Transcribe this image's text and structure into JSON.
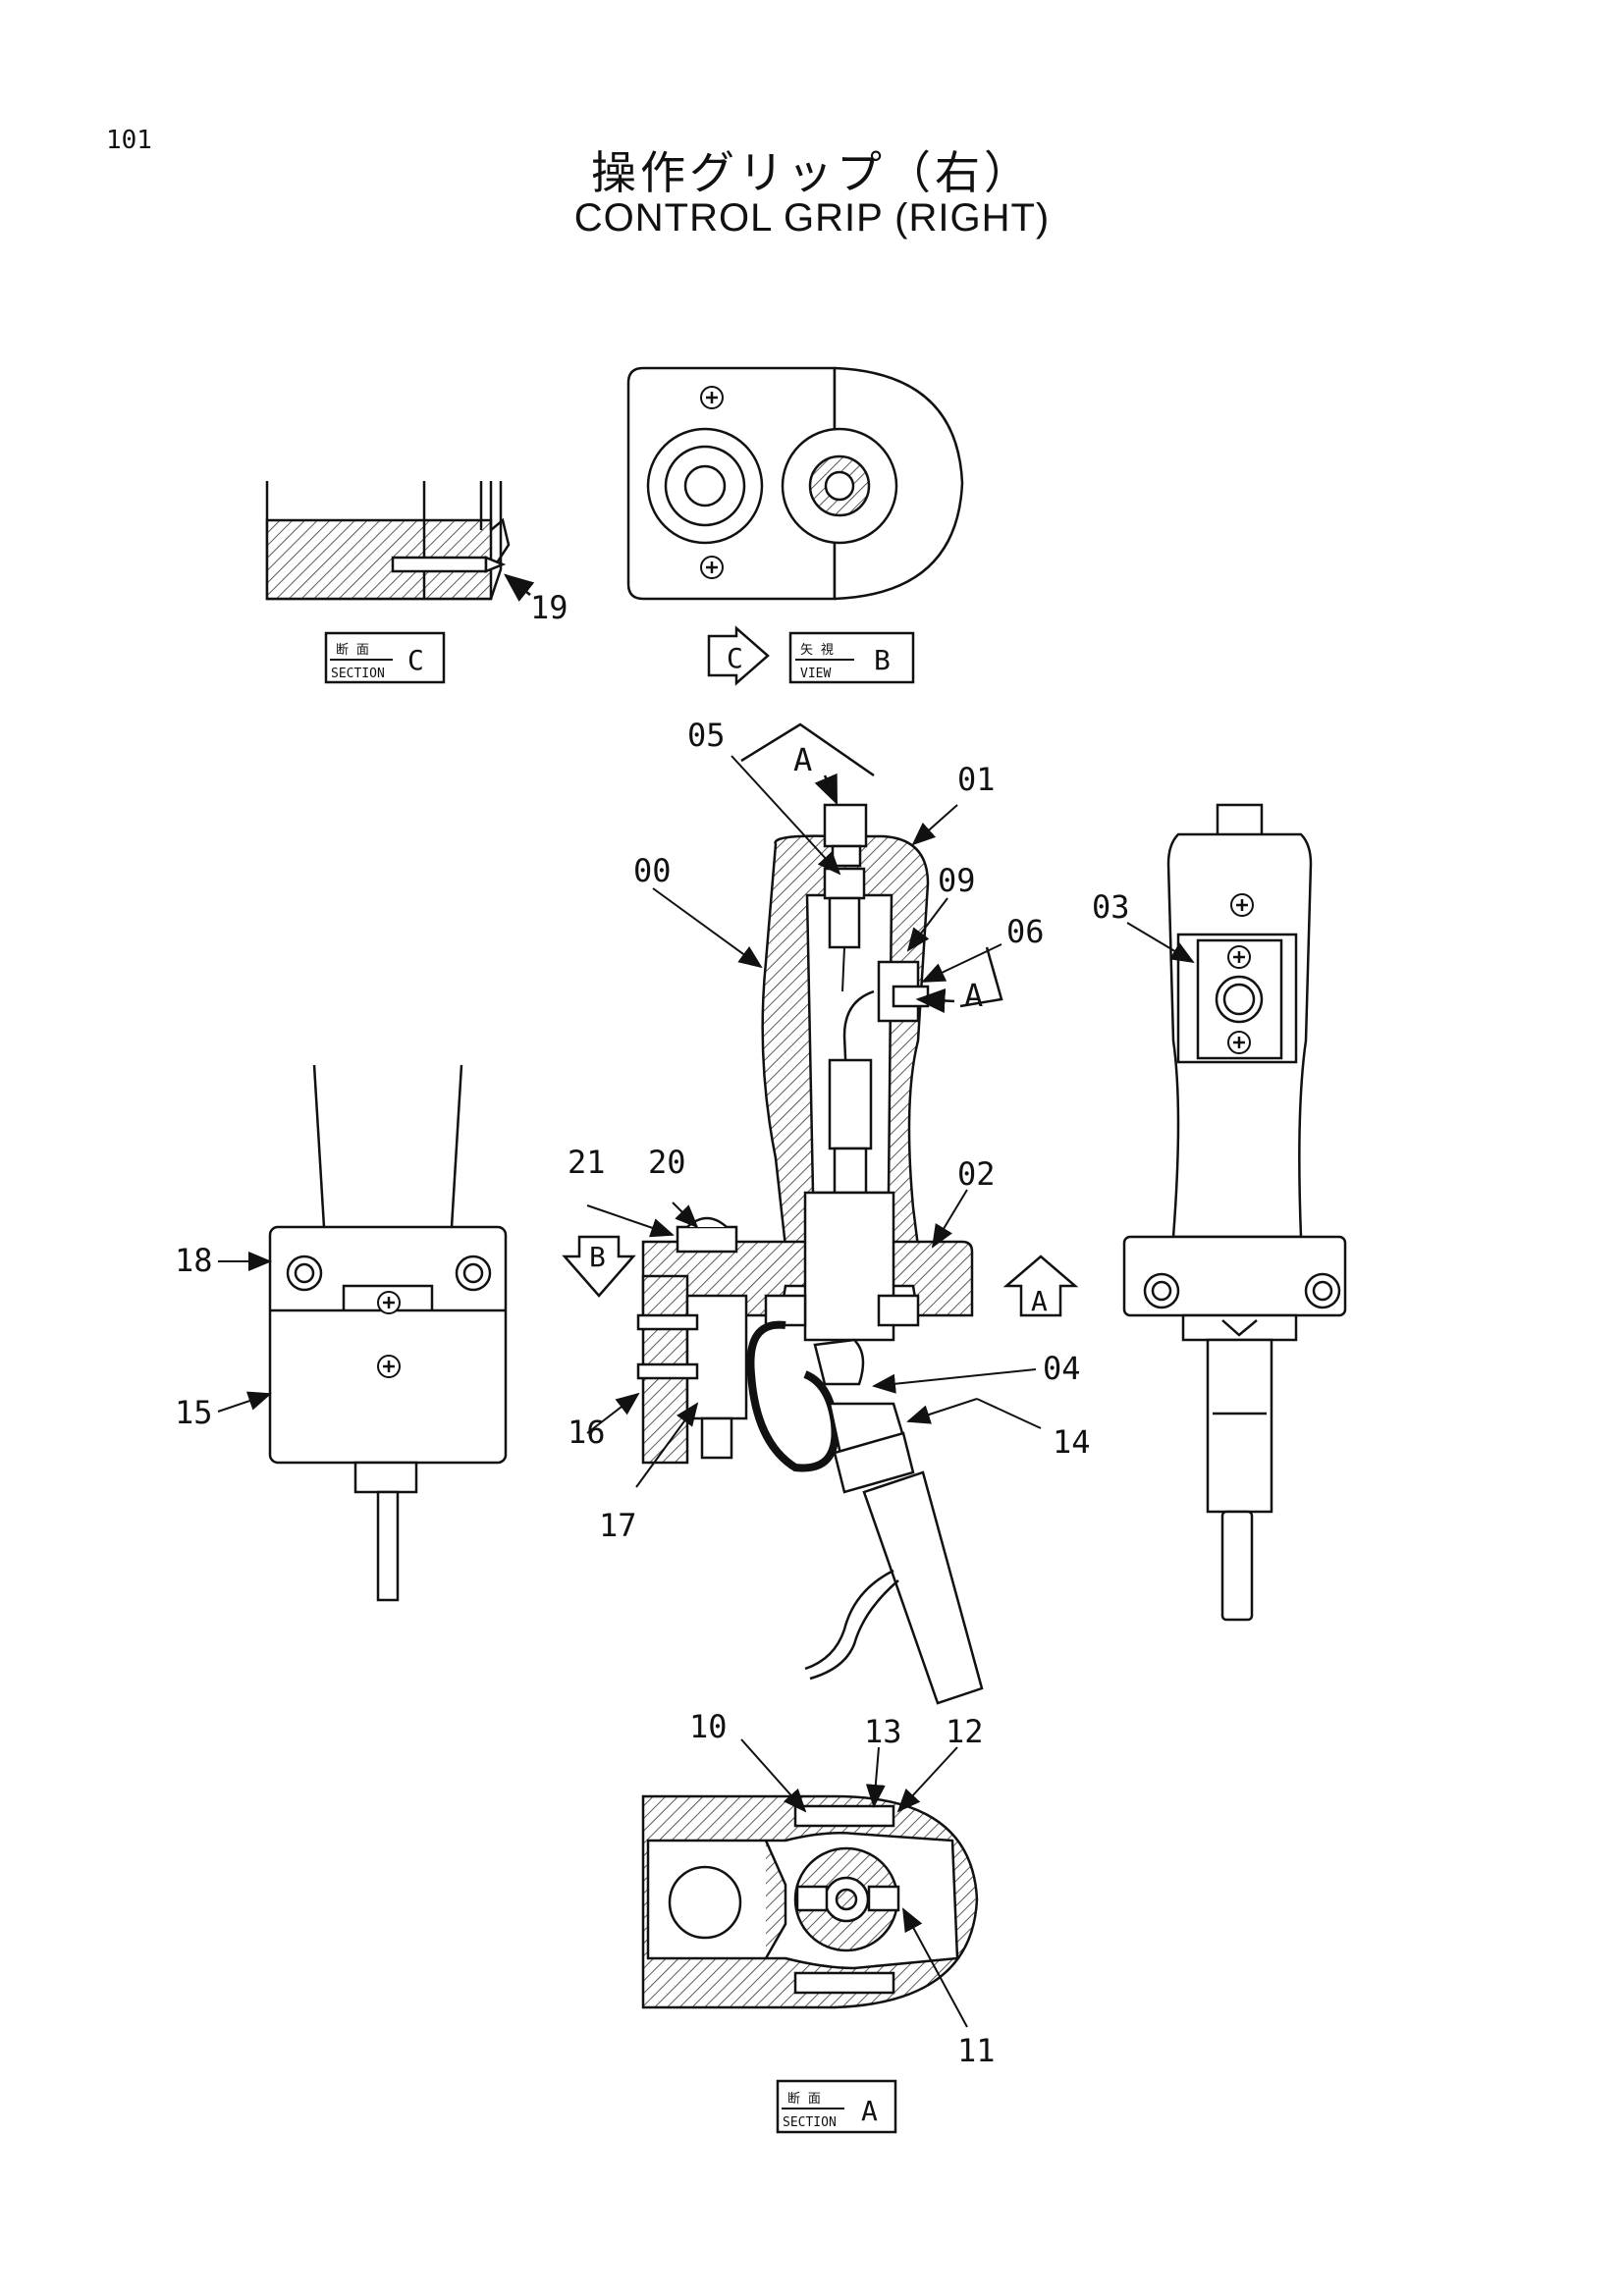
{
  "page": {
    "number": "101",
    "title_jp": "操作グリップ（右）",
    "title_en": "CONTROL GRIP (RIGHT)"
  },
  "section_tags": {
    "section_c": {
      "jp": "断 面",
      "en": "SECTION",
      "letter": "C"
    },
    "view_b": {
      "jp": "矢 視",
      "en": "VIEW",
      "letter": "B"
    },
    "section_a": {
      "jp": "断 面",
      "en": "SECTION",
      "letter": "A"
    }
  },
  "arrow_markers": {
    "c": "C",
    "b": "B",
    "a_view": "A",
    "a_cut_top": "A",
    "a_cut_side": "A"
  },
  "callouts": {
    "p00": "00",
    "p01": "01",
    "p02": "02",
    "p03": "03",
    "p04": "04",
    "p05": "05",
    "p06": "06",
    "p09": "09",
    "p10": "10",
    "p11": "11",
    "p12": "12",
    "p13": "13",
    "p14": "14",
    "p15": "15",
    "p16": "16",
    "p17": "17",
    "p18": "18",
    "p19": "19",
    "p20": "20",
    "p21": "21"
  }
}
